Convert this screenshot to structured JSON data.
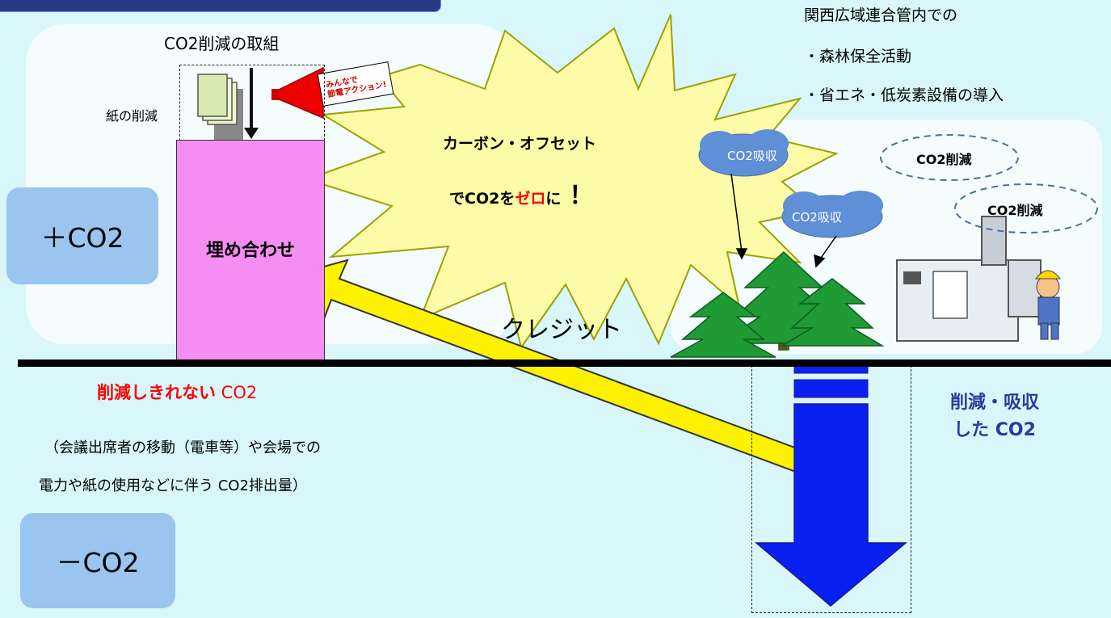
{
  "reduction_title": "CO2削減の取組",
  "paper_reduction": "紙の削減",
  "megaphone_text_line1": "みんなで",
  "megaphone_text_line2": "節電アクション!",
  "plus_co2": "＋CO2",
  "minus_co2": "－CO2",
  "offset_box": "埋め合わせ",
  "burst": {
    "line1": "カーボン・オフセット",
    "line2_prefix": "でCO2を",
    "line2_highlight": "ゼロ",
    "line2_suffix": "に",
    "line2_exclaim": "！"
  },
  "credit": "クレジット",
  "unreducible": {
    "highlight": "削減しきれない",
    "suffix": " CO2"
  },
  "explanation": {
    "line1": "（会議出席者の移動（電車等）や会場での",
    "line2": "電力や紙の使用などに伴う CO2排出量）"
  },
  "kansai": {
    "line1": "関西広域連合管内での",
    "line2": "・森林保全活動",
    "line3": "・省エネ・低炭素設備の導入"
  },
  "clouds": {
    "absorb": "CO2吸収",
    "reduce": "CO2削減"
  },
  "reduced_absorbed": {
    "line1": "削減・吸収",
    "line2": "した CO2"
  },
  "colors": {
    "background": "#d9f6fb",
    "pink_box": "#f58ef2",
    "burst": "#fdfaa8",
    "yellow_arrow": "#fff200",
    "blue_arrow": "#0a1ff2",
    "red_text": "#ff0000",
    "navy_text": "#2a3a9f",
    "label_box": "#99c5ee"
  }
}
